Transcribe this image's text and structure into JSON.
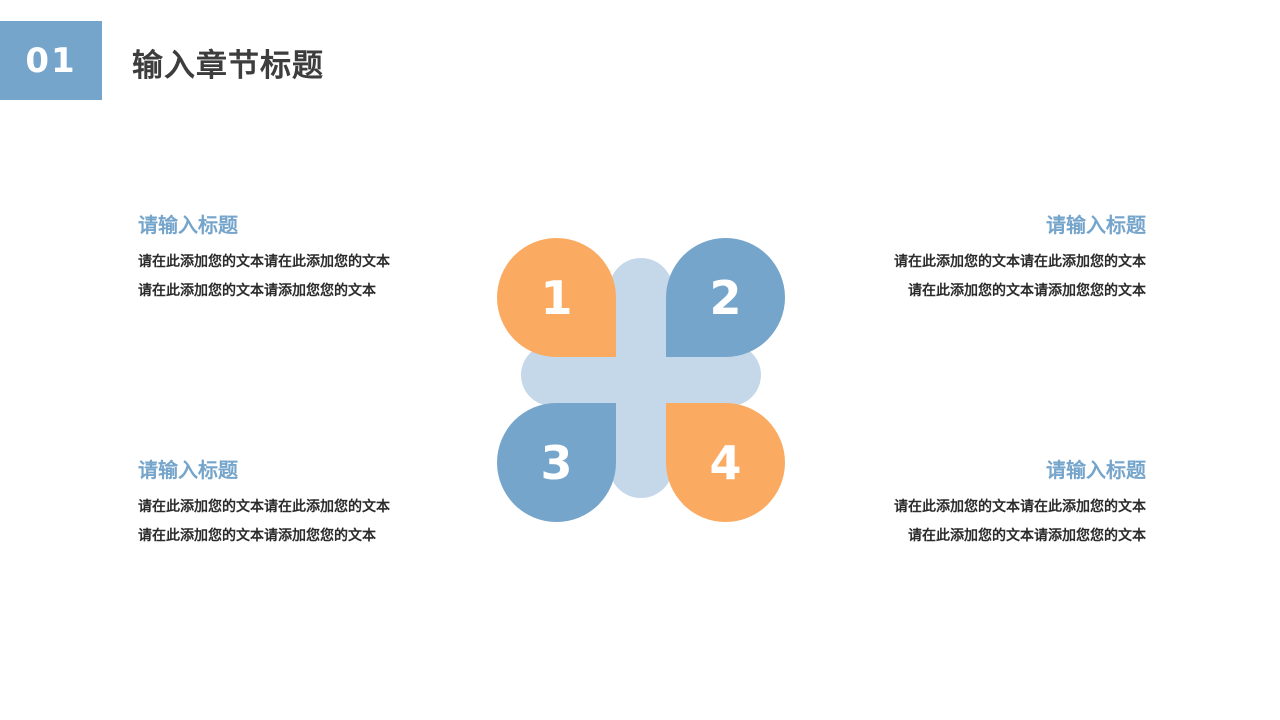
{
  "header": {
    "chapter_number": "01",
    "chapter_title": "输入章节标题"
  },
  "colors": {
    "accent_blue": "#76a5cc",
    "accent_orange": "#fbab61",
    "light_blue": "#c5d8ea",
    "title_text": "#3d3d3d",
    "body_text": "#2b2b2b"
  },
  "diagram": {
    "petals": [
      {
        "number": "1",
        "color": "#fbab61"
      },
      {
        "number": "2",
        "color": "#76a5cc"
      },
      {
        "number": "3",
        "color": "#76a5cc"
      },
      {
        "number": "4",
        "color": "#fbab61"
      }
    ]
  },
  "blocks": [
    {
      "position": "top-left",
      "title": "请输入标题",
      "lines": [
        "请在此添加您的文本请在此添加您的文本",
        "请在此添加您的文本请添加您您的文本"
      ]
    },
    {
      "position": "top-right",
      "title": "请输入标题",
      "lines": [
        "请在此添加您的文本请在此添加您的文本",
        "请在此添加您的文本请添加您您的文本"
      ]
    },
    {
      "position": "bottom-left",
      "title": "请输入标题",
      "lines": [
        "请在此添加您的文本请在此添加您的文本",
        "请在此添加您的文本请添加您您的文本"
      ]
    },
    {
      "position": "bottom-right",
      "title": "请输入标题",
      "lines": [
        "请在此添加您的文本请在此添加您的文本",
        "请在此添加您的文本请添加您您的文本"
      ]
    }
  ]
}
